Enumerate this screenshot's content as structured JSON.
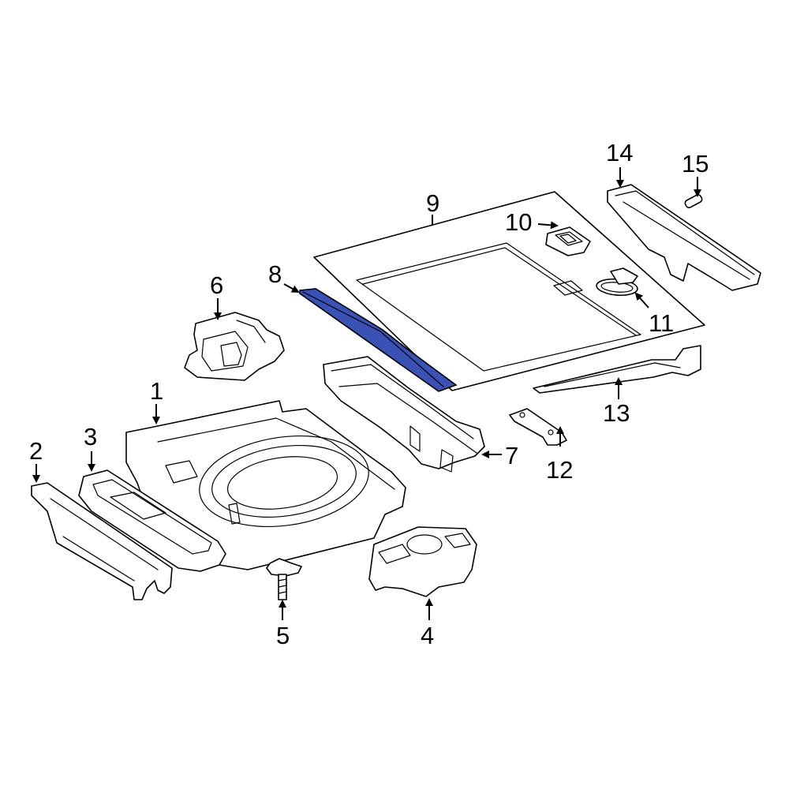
{
  "diagram": {
    "highlight_color": "#3a52b5",
    "line_color": "#000000",
    "background_color": "#ffffff",
    "callouts": [
      {
        "id": "c1",
        "text": "1"
      },
      {
        "id": "c2",
        "text": "2"
      },
      {
        "id": "c3",
        "text": "3"
      },
      {
        "id": "c4",
        "text": "4"
      },
      {
        "id": "c5",
        "text": "5"
      },
      {
        "id": "c6",
        "text": "6"
      },
      {
        "id": "c7",
        "text": "7"
      },
      {
        "id": "c8",
        "text": "8"
      },
      {
        "id": "c9",
        "text": "9"
      },
      {
        "id": "c10",
        "text": "10"
      },
      {
        "id": "c11",
        "text": "11"
      },
      {
        "id": "c12",
        "text": "12"
      },
      {
        "id": "c13",
        "text": "13"
      },
      {
        "id": "c14",
        "text": "14"
      },
      {
        "id": "c15",
        "text": "15"
      }
    ],
    "highlighted_part": "8"
  }
}
